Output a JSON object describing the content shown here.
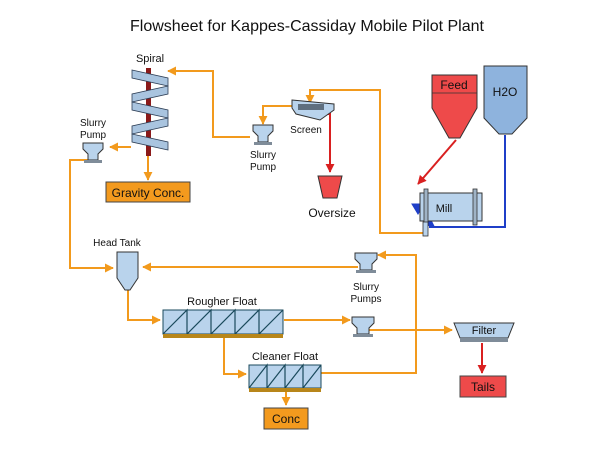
{
  "title": "Flowsheet for Kappes-Cassiday Mobile Pilot Plant",
  "labels": {
    "spiral": "Spiral",
    "slurry_pump_left_1": "Slurry",
    "slurry_pump_left_2": "Pump",
    "slurry_pump_mid_1": "Slurry",
    "slurry_pump_mid_2": "Pump",
    "screen": "Screen",
    "gravity_conc": "Gravity Conc.",
    "oversize": "Oversize",
    "feed": "Feed",
    "h2o": "H2O",
    "mill": "Mill",
    "head_tank": "Head Tank",
    "slurry_pumps_1": "Slurry",
    "slurry_pumps_2": "Pumps",
    "rougher_float": "Rougher Float",
    "cleaner_float": "Cleaner Float",
    "filter": "Filter",
    "tails": "Tails",
    "conc": "Conc"
  },
  "colors": {
    "slurry_line": "#f29a1d",
    "oversize_line": "#d92020",
    "water_line": "#1f3fc8",
    "product_box": "#f39a1e",
    "feed_hopper": "#ee4a4a",
    "water_tank": "#8eb3dd",
    "equipment": "#b9d3ec",
    "equipment_stroke": "#333333",
    "float_cell_line": "#1a4a5c",
    "float_base": "#b8861a",
    "spiral_helix": "#a9c4df",
    "spiral_core": "#8b1a1a"
  }
}
